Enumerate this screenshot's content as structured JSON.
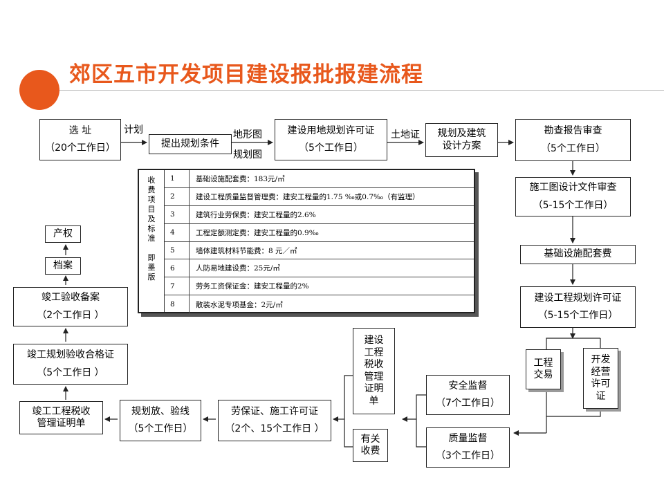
{
  "title": "郊区五市开发项目建设报批报建流程",
  "colors": {
    "accent": "#e8581c",
    "line": "#222222"
  },
  "boxes": {
    "xuanzhi": {
      "l1": "选    址",
      "l2": "（20个工作日）"
    },
    "tichu": {
      "l1": "提出规划条件"
    },
    "jianshe_yongdi": {
      "l1": "建设用地规划许可证",
      "l2": "（5个工作日）"
    },
    "guihua_fangan": {
      "l1": "规划及建筑",
      "l2": "设计方案"
    },
    "kancha": {
      "l1": "勘查报告审查",
      "l2": "（5个工作日）"
    },
    "shigongtu": {
      "l1": "施工图设计文件审查",
      "l2": "（5-15个工作日）"
    },
    "jichu_sheshi": {
      "l1": "基础设施配套费"
    },
    "gongcheng_xuke": {
      "l1": "建设工程规划许可证",
      "l2": "（5-15个工作日）"
    },
    "gongcheng_jiaoyi": {
      "l1": "工程",
      "l2": "交易"
    },
    "kaifa": {
      "l1": "开发",
      "l2": "经营",
      "l3": "许可",
      "l4": "证"
    },
    "anquan": {
      "l1": "安全监督",
      "l2": "（7个工作日）"
    },
    "zhiliang": {
      "l1": "质量监督",
      "l2": "（3个工作日）"
    },
    "shuishou_top": {
      "lines": [
        "建设",
        "工程",
        "税收",
        "管理",
        "证明",
        "单"
      ]
    },
    "youguan": {
      "l1": "有关",
      "l2": "收费"
    },
    "laobao": {
      "l1": "劳保证、施工许可证",
      "l2": "（2个、15个工作日 ）"
    },
    "fangxian": {
      "l1": "规划放、验线",
      "l2": "（5个工作日）"
    },
    "jungong_shuishou": {
      "l1": "竣工工程税收",
      "l2": "管理证明单"
    },
    "jungong_guihua": {
      "l1": "竣工规划验收合格证",
      "l2": "（5个工作日 ）"
    },
    "jungong_beian": {
      "l1": "竣工验收备案",
      "l2": "（2个工作日 ）"
    },
    "dangan": {
      "l1": "档案"
    },
    "chanquan": {
      "l1": "产权"
    }
  },
  "edge_labels": {
    "jihua": "计划",
    "dixingtu": "地形图",
    "guihuatu": "规划图",
    "tudizheng": "土地证"
  },
  "fee_table": {
    "side_label": [
      "收",
      "费",
      "项",
      "目",
      "及",
      "标",
      "准",
      "",
      "即",
      "墨",
      "版"
    ],
    "rows": [
      {
        "no": "1",
        "text": "基础设施配套费：183元/㎡"
      },
      {
        "no": "2",
        "text": "建设工程质量监督管理费：建安工程量的1.75  ‰或0.7‰（有监理）"
      },
      {
        "no": "3",
        "text": "建筑行业劳保费：建安工程量的2.6%"
      },
      {
        "no": "4",
        "text": "工程定额测定费：建安工程量的0.9‰"
      },
      {
        "no": "5",
        "text": "墙体建筑材料节能费：8 元／㎡"
      },
      {
        "no": "6",
        "text": "人防易地建设费：25元/㎡"
      },
      {
        "no": "7",
        "text": "劳务工资保证金：建安工程量的2%"
      },
      {
        "no": "8",
        "text": "散装水泥专项基金：2元/㎡"
      }
    ]
  }
}
